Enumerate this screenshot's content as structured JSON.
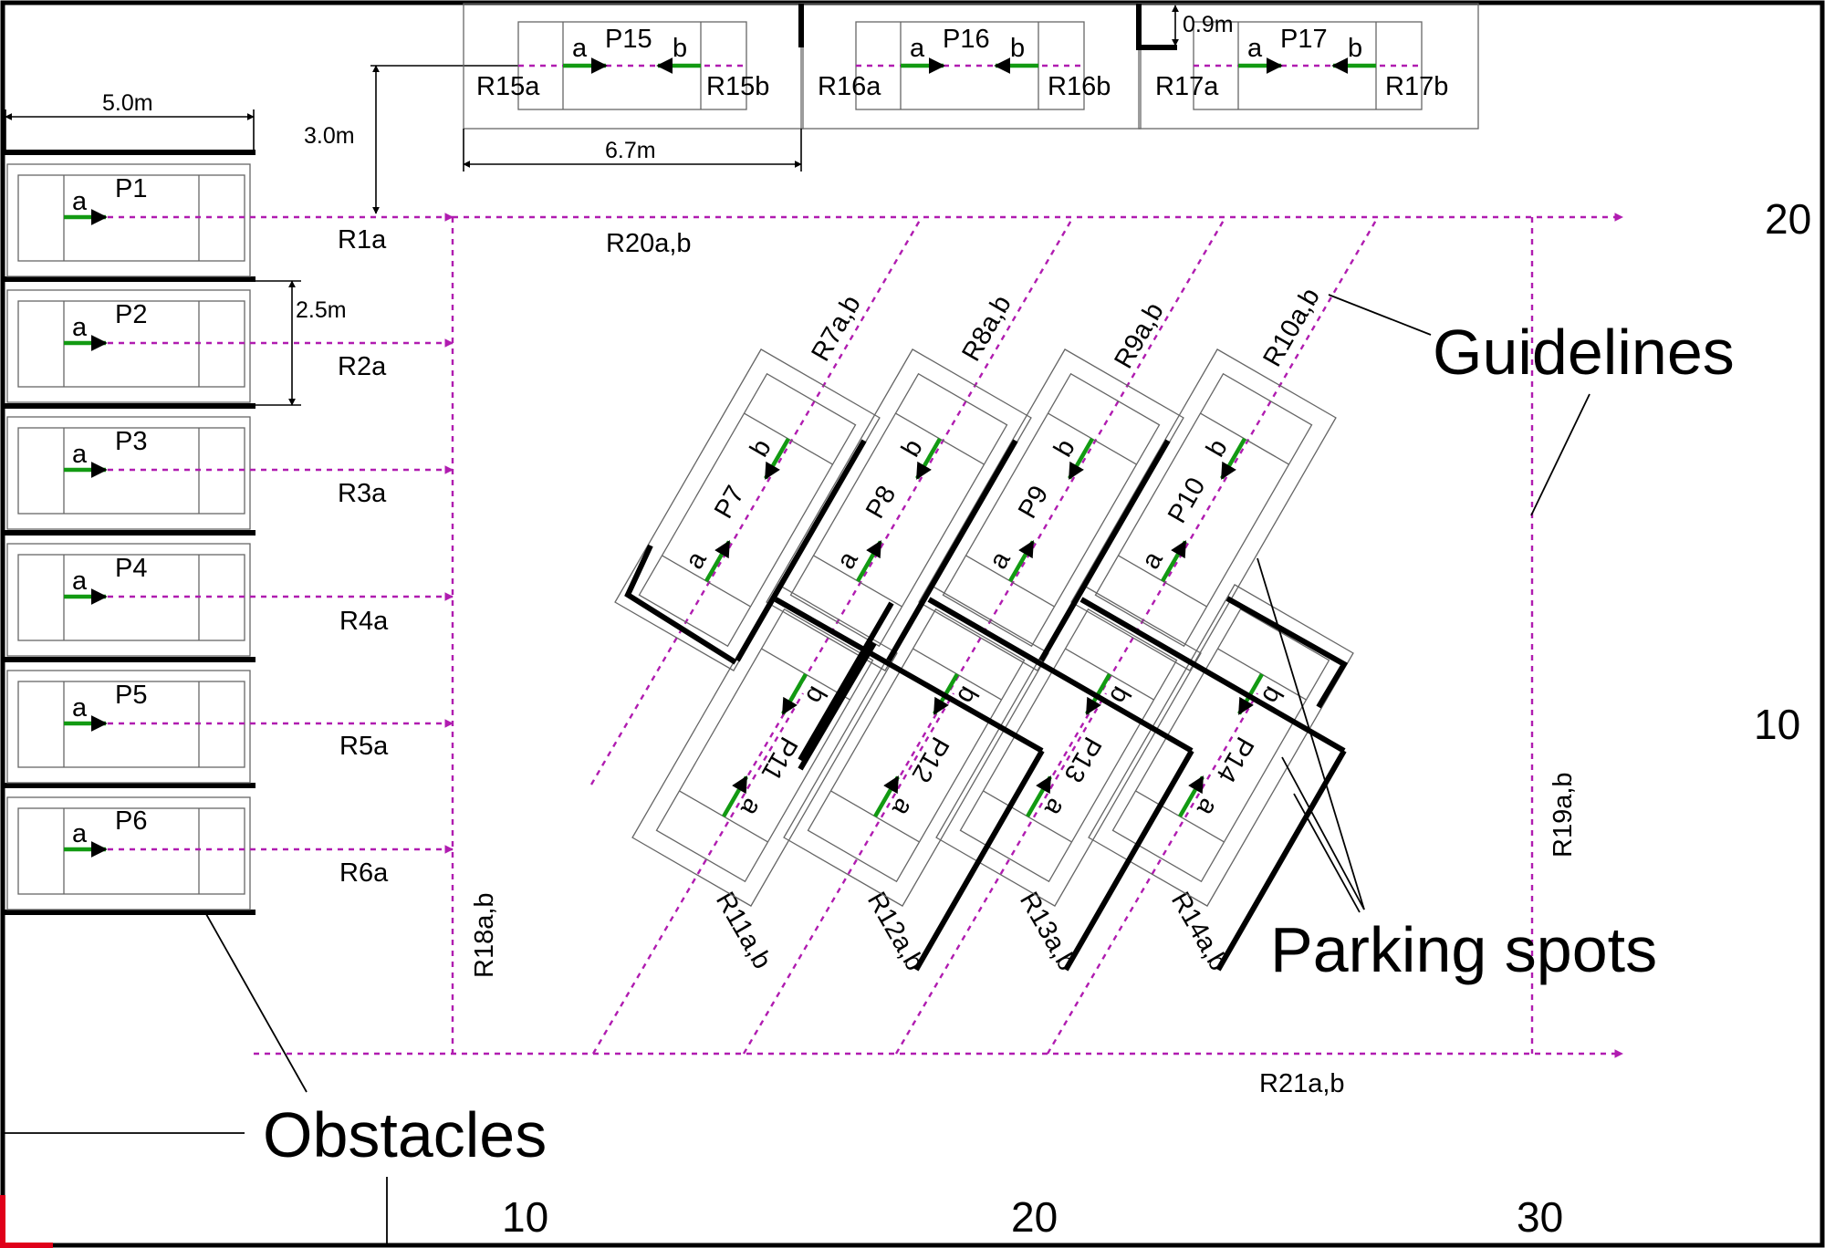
{
  "spot_labels": {
    "p1": "P1",
    "p2": "P2",
    "p3": "P3",
    "p4": "P4",
    "p5": "P5",
    "p6": "P6",
    "p7": "P7",
    "p8": "P8",
    "p9": "P9",
    "p10": "P10",
    "p11": "P11",
    "p12": "P12",
    "p13": "P13",
    "p14": "P14",
    "p15": "P15",
    "p16": "P16",
    "p17": "P17"
  },
  "end_labels": {
    "a": "a",
    "b": "b"
  },
  "route_labels": {
    "r1": "R1a",
    "r2": "R2a",
    "r3": "R3a",
    "r4": "R4a",
    "r5": "R5a",
    "r6": "R6a",
    "r7": "R7a,b",
    "r8": "R8a,b",
    "r9": "R9a,b",
    "r10": "R10a,b",
    "r11": "R11a,b",
    "r12": "R12a,b",
    "r13": "R13a,b",
    "r14": "R14a,b",
    "r15a": "R15a",
    "r15b": "R15b",
    "r16a": "R16a",
    "r16b": "R16b",
    "r17a": "R17a",
    "r17b": "R17b",
    "r18": "R18a,b",
    "r19": "R19a,b",
    "r20": "R20a,b",
    "r21": "R21a,b"
  },
  "dimensions": {
    "width_5m": "5.0m",
    "spacing_3m": "3.0m",
    "spacing_2_5m": "2.5m",
    "width_6_7m": "6.7m",
    "offset_0_9m": "0.9m"
  },
  "legend": {
    "guidelines": "Guidelines",
    "parking_spots": "Parking spots",
    "obstacles": "Obstacles"
  },
  "axis": {
    "x_ticks": [
      "10",
      "20",
      "30"
    ],
    "y_ticks": [
      "10",
      "20"
    ]
  },
  "colors": {
    "guideline": "#b01cb0",
    "entry_arrow": "#129a12",
    "obstacle": "#000000",
    "spot_outline": "#666666",
    "origin_marker": "#e0001a"
  }
}
